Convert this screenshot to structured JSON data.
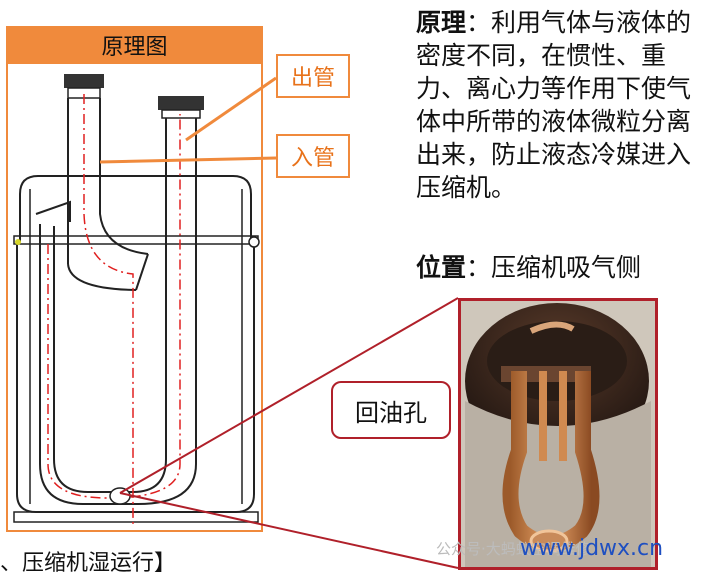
{
  "diagram": {
    "title": "原理图",
    "label_out": "出管",
    "label_in": "入管",
    "label_oil_hole": "回油孔"
  },
  "text": {
    "principle_heading": "原理",
    "principle_body": "：利用气体与液体的密度不同，在惯性、重力、离心力等作用下使气体中所带的液体微粒分离出来，防止液态冷媒进入压缩机。",
    "position_heading": "位置",
    "position_body": "：压缩机吸气侧",
    "caption": "、压缩机湿运行】"
  },
  "watermark": {
    "gray": "公众号·大蚂蚁空调维修",
    "site": "www.jdwx.cn"
  },
  "colors": {
    "accent_orange": "#f08a3c",
    "frame_red": "#b0202a"
  }
}
